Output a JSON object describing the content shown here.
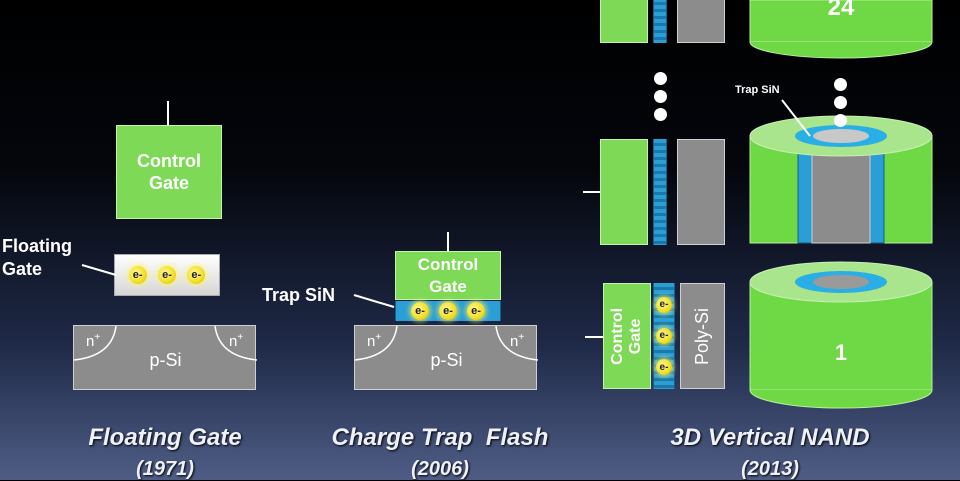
{
  "floating_gate": {
    "control_gate_label": "Control Gate",
    "side_label": "Floating Gate",
    "electrons": [
      "e-",
      "e-",
      "e-"
    ],
    "n_left": "n",
    "n_right": "n",
    "n_sup": "+",
    "substrate_label": "p-Si",
    "caption": "Floating Gate",
    "year": "(1971)"
  },
  "charge_trap": {
    "control_gate_label": "Control Gate",
    "side_label": "Trap SiN",
    "electrons": [
      "e-",
      "e-",
      "e-"
    ],
    "n_left": "n",
    "n_right": "n",
    "n_sup": "+",
    "substrate_label": "p-Si",
    "caption": "Charge Trap  Flash",
    "year": "(2006)"
  },
  "vnand": {
    "cell_control_gate_label": "Control Gate",
    "poly_si_label": "Poly-Si",
    "electrons": [
      "e-",
      "e-",
      "e-"
    ],
    "trap_label": "Trap SiN",
    "cylinder_bottom_label": "1",
    "cylinder_top_label": "24",
    "caption": "3D Vertical NAND",
    "year": "(2013)"
  },
  "colors": {
    "gate_green": "#7ed957",
    "poly_gray": "#8c8c8c",
    "trap_blue": "#2a9fd6",
    "electron_yellow": "#f3e02a"
  }
}
